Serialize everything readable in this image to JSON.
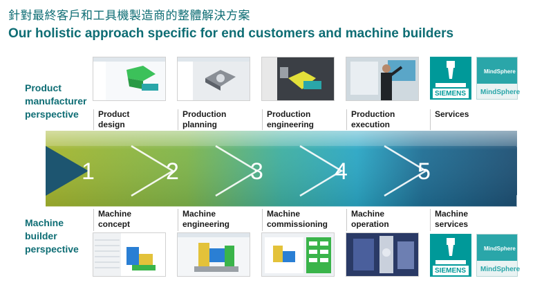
{
  "title_cn": "針對最終客戶和工具機製造商的整體解決方案",
  "title_en": "Our holistic approach specific for end customers and machine builders",
  "perspectives": {
    "top": [
      "Product",
      "manufacturer",
      "perspective"
    ],
    "bottom": [
      "Machine",
      "builder",
      "perspective"
    ]
  },
  "steps": [
    "1",
    "2",
    "3",
    "4",
    "5"
  ],
  "top_stages": [
    {
      "line1": "Product",
      "line2": "design"
    },
    {
      "line1": "Production",
      "line2": "planning"
    },
    {
      "line1": "Production",
      "line2": "engineering"
    },
    {
      "line1": "Production",
      "line2": "execution"
    },
    {
      "line1": "",
      "line2": "Services"
    }
  ],
  "bottom_stages": [
    {
      "line1": "Machine",
      "line2": "concept"
    },
    {
      "line1": "Machine",
      "line2": "engineering"
    },
    {
      "line1": "Machine",
      "line2": "commissioning"
    },
    {
      "line1": "Machine",
      "line2": "operation"
    },
    {
      "line1": "Machine",
      "line2": "services"
    }
  ],
  "tiles": {
    "siemens": "SIEMENS",
    "mindsphere": "MindSphere",
    "mindsphere_small": "MindSphere"
  },
  "colors": {
    "teal_dark": "#0e6d74",
    "olive": "#a7b631",
    "teal": "#2aa6a9",
    "navy": "#1a4a6e",
    "siemens": "#009999"
  }
}
